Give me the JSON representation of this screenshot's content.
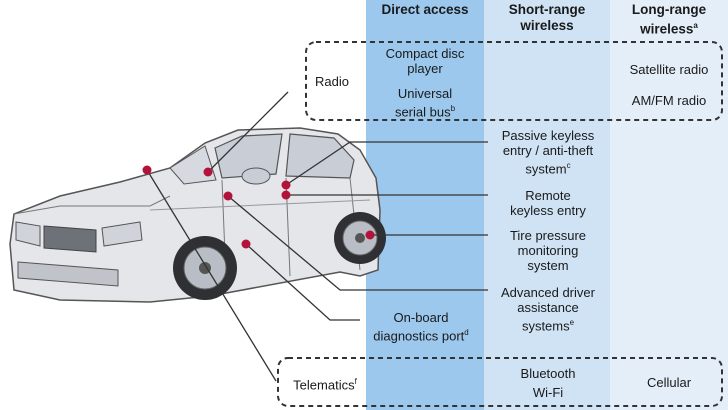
{
  "columns": {
    "direct": {
      "label": "Direct access"
    },
    "short": {
      "line1": "Short-range",
      "line2": "wireless"
    },
    "long": {
      "line1": "Long-range",
      "line2": "wireless",
      "note": "a"
    }
  },
  "groups": {
    "radio": {
      "label": "Radio",
      "direct_items": [
        {
          "line1": "Compact disc",
          "line2": "player"
        },
        {
          "line1": "Universal",
          "line2": "serial bus",
          "note": "b"
        }
      ],
      "long_items": [
        "Satellite radio",
        "AM/FM radio"
      ]
    },
    "telematics": {
      "label": "Telematics",
      "note": "f",
      "short_items": [
        "Bluetooth",
        "Wi-Fi"
      ],
      "long_items": [
        "Cellular"
      ]
    }
  },
  "features": {
    "keyless_passive": {
      "line1": "Passive keyless",
      "line2": "entry / anti-theft",
      "line3": "system",
      "note": "c"
    },
    "keyless_remote": {
      "line1": "Remote",
      "line2": "keyless entry"
    },
    "tire": {
      "line1": "Tire pressure",
      "line2": "monitoring",
      "line3": "system"
    },
    "adas": {
      "line1": "Advanced driver",
      "line2": "assistance",
      "line3": "systems",
      "note": "e"
    },
    "obd": {
      "line1": "On-board",
      "line2": "diagnostics port",
      "note": "d"
    }
  },
  "colors": {
    "direct_band": "#9cc8ee",
    "short_band": "#cfe3f5",
    "long_band": "#e4eef8",
    "marker": "#b3123a"
  }
}
